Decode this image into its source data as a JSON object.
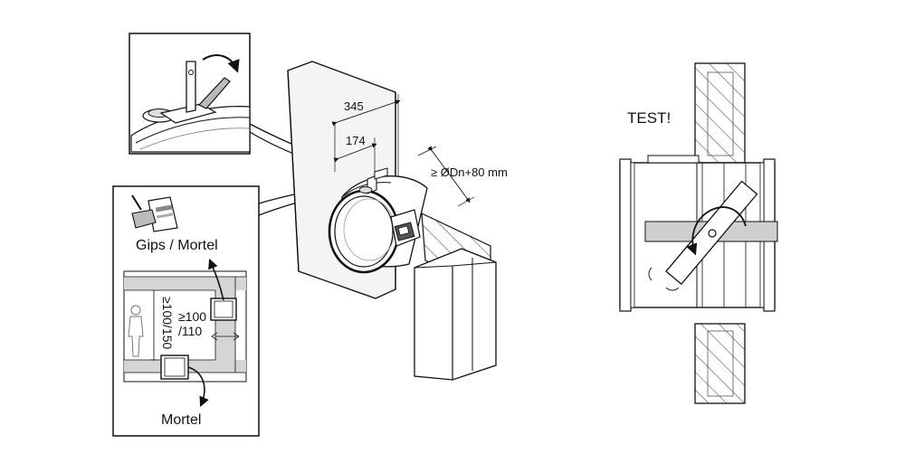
{
  "colors": {
    "line": "#1a1a1a",
    "panel_fill": "#ffffff",
    "shade": "#cfcfcf",
    "hatch": "#555555",
    "wall_light": "#f2f2f2"
  },
  "top_inset": {
    "icon": "bracket-rotate-icon"
  },
  "bottom_inset": {
    "gips_mortel_label": "Gips / Mortel",
    "mortel_label": "Mortel",
    "dim_vertical": "≥100/150",
    "dim_right_top": "≥100",
    "dim_right_bottom": "/110",
    "icons": [
      "mortar-trowel-icon",
      "person-icon"
    ]
  },
  "main": {
    "dim_345": "345",
    "dim_174": "174",
    "dim_diameter": "≥ ØDn+80 mm"
  },
  "test_view": {
    "label": "TEST!",
    "icon": "blade-rotation-arrow-icon"
  }
}
